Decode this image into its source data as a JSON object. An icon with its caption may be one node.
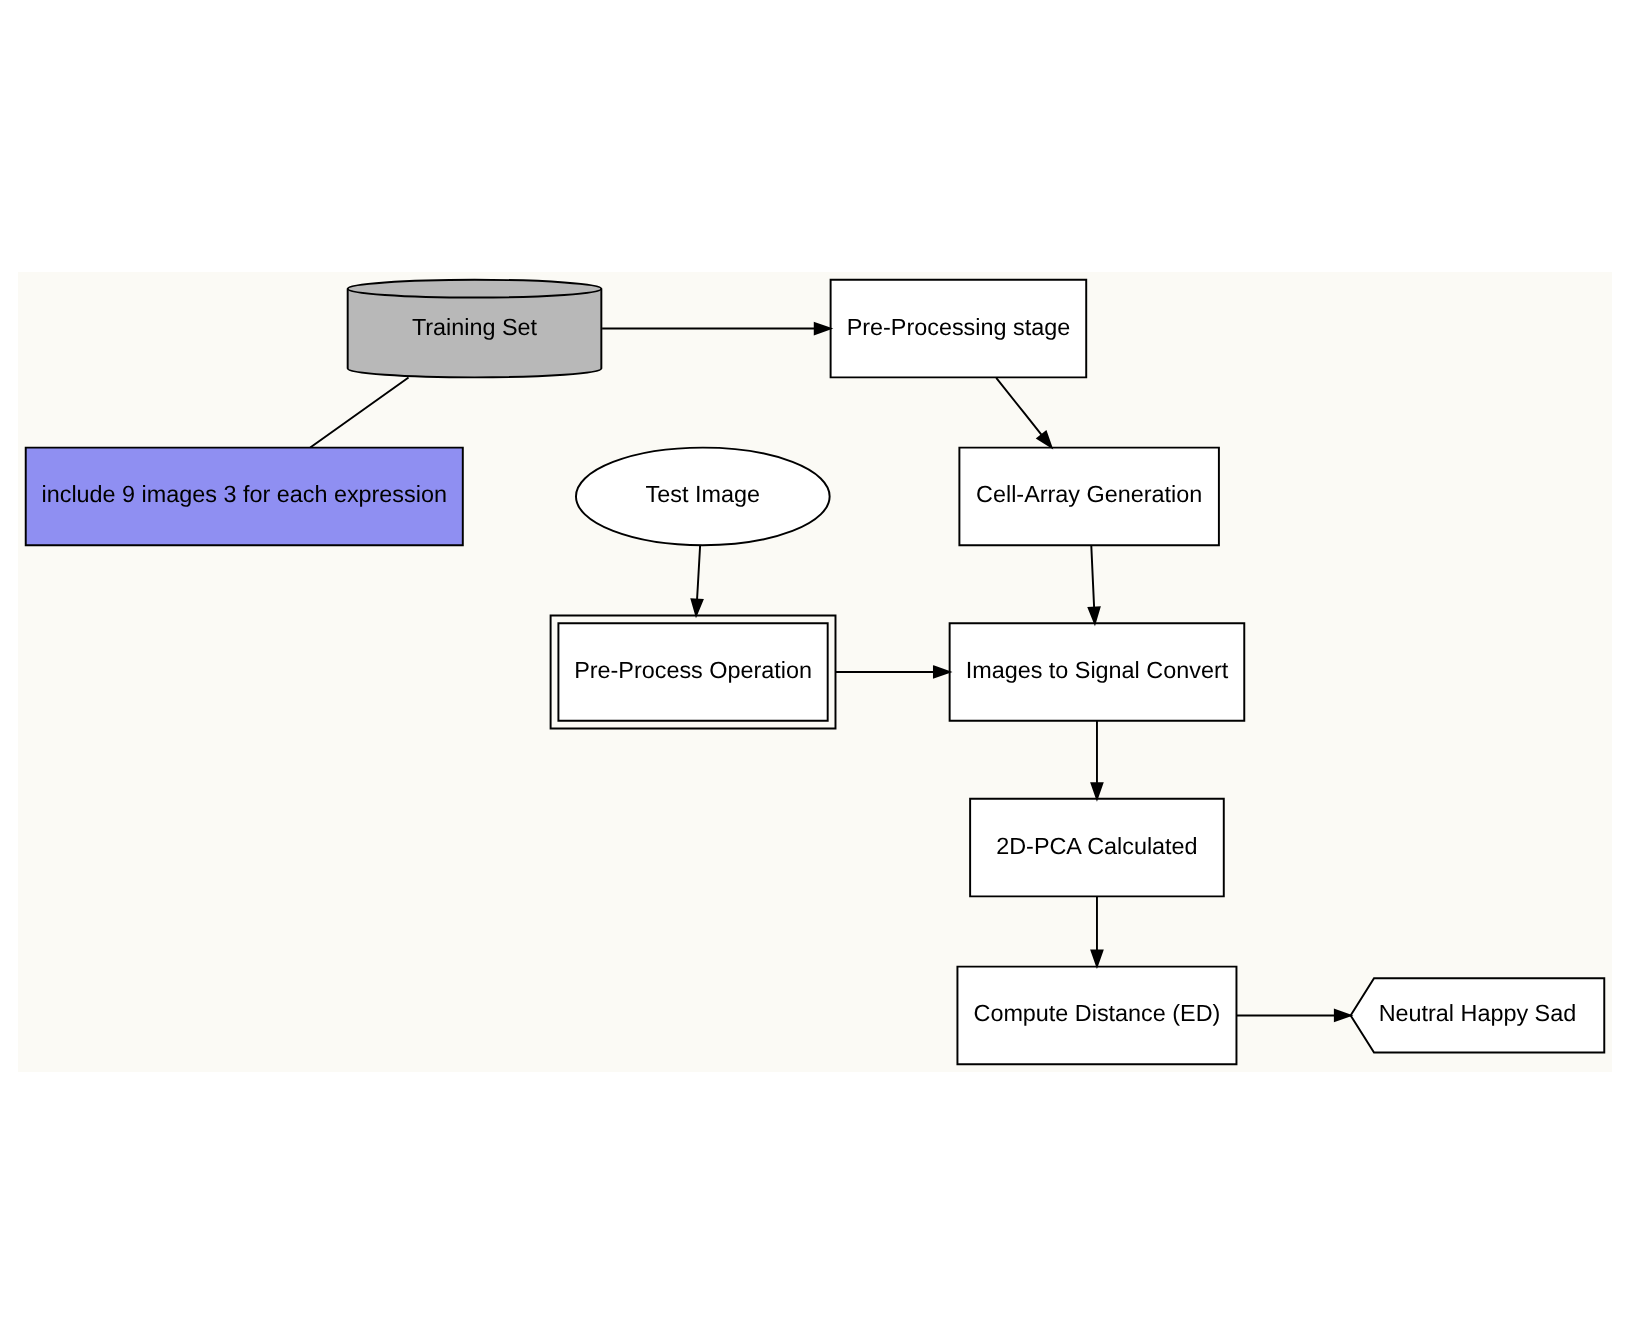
{
  "diagram": {
    "nodes": [
      {
        "text": [
          "Training Set"
        ]
      },
      {
        "text": [
          "include 9 images 3 for each expression"
        ]
      },
      {
        "text": [
          "Pre-Processing stage"
        ]
      },
      {
        "text": [
          "Cell-Array Generation"
        ]
      },
      {
        "text": [
          "Test Image"
        ]
      },
      {
        "text": [
          "Images to Signal Convert"
        ]
      },
      {
        "text": [
          "Pre-Process Operation"
        ]
      },
      {
        "text": [
          "2D-PCA Calculated"
        ]
      },
      {
        "text": [
          "Compute Distance (ED)"
        ]
      },
      {
        "text": [
          "Neutral Happy Sad"
        ]
      }
    ],
    "edges": [
      {
        "from": 0,
        "to": 2,
        "arrow": "to"
      },
      {
        "from": 0,
        "to": 1,
        "arrow": "none"
      },
      {
        "from": 2,
        "to": 3,
        "arrow": "to"
      },
      {
        "from": 3,
        "to": 5,
        "arrow": "to"
      },
      {
        "from": 4,
        "to": 6,
        "arrow": "to"
      },
      {
        "from": 6,
        "to": 5,
        "arrow": "to"
      },
      {
        "from": 5,
        "to": 7,
        "arrow": "to"
      },
      {
        "from": 7,
        "to": 8,
        "arrow": "to"
      },
      {
        "from": 8,
        "to": 9,
        "arrow": "to"
      }
    ]
  }
}
